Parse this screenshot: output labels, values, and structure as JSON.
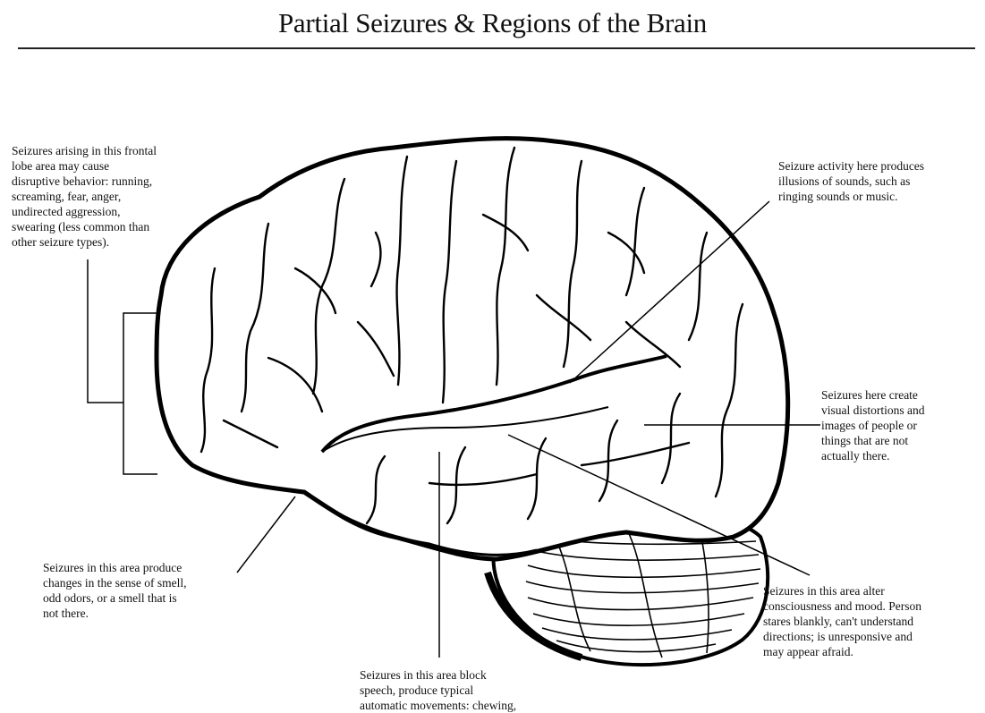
{
  "title": "Partial Seizures & Regions of the Brain",
  "callouts": {
    "frontal": "Seizures arising in this frontal\nlobe area may cause\ndisruptive behavior: running,\nscreaming, fear, anger,\nundirected aggression,\nswearing (less common than\nother seizure types).",
    "auditory": "Seizure activity here produces\nillusions of sounds, such as\nringing sounds or music.",
    "visual": "Seizures here create\nvisual distortions and\nimages of people or\nthings that are not\nactually there.",
    "smell": "Seizures in this area produce\nchanges in the sense of smell,\nodd odors, or a smell that is\nnot there.",
    "consciousness": "Seizures in this area alter\nconsciousness and mood. Person\nstares blankly, can't understand\ndirections; is unresponsive and\nmay appear afraid.",
    "speech": "Seizures in this area block\nspeech, produce typical\nautomatic movements: chewing,"
  }
}
